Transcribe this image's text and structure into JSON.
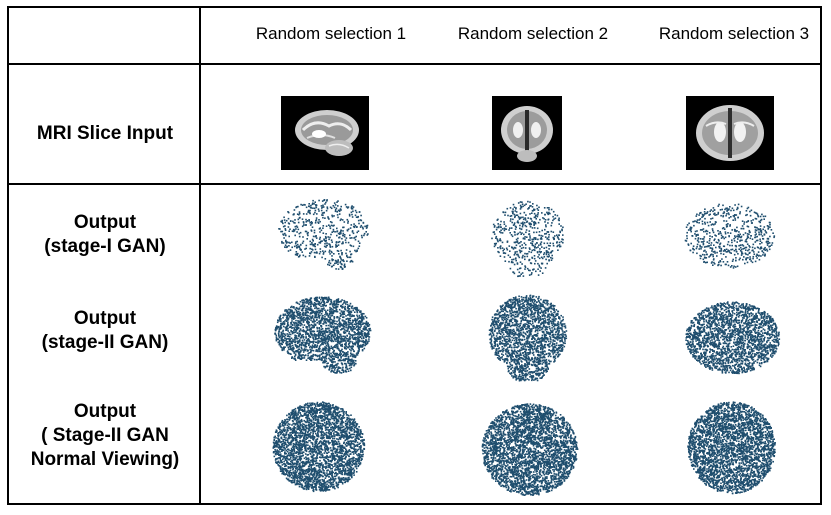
{
  "table": {
    "columns": [
      "Random selection 1",
      "Random selection 2",
      "Random selection 3"
    ],
    "rows": [
      {
        "label": "MRI Slice Input",
        "kind": "mri-image"
      },
      {
        "label": "Output\n(stage-I GAN)",
        "kind": "point-cloud-sparse"
      },
      {
        "label": "Output\n(stage-II GAN)",
        "kind": "point-cloud-dense"
      },
      {
        "label": "Output\n( Stage-II GAN\nNormal Viewing)",
        "kind": "point-cloud-normal"
      }
    ]
  },
  "colors": {
    "point_cloud": "#1f4e6e",
    "mri_background": "#000000",
    "rule": "#000000"
  }
}
